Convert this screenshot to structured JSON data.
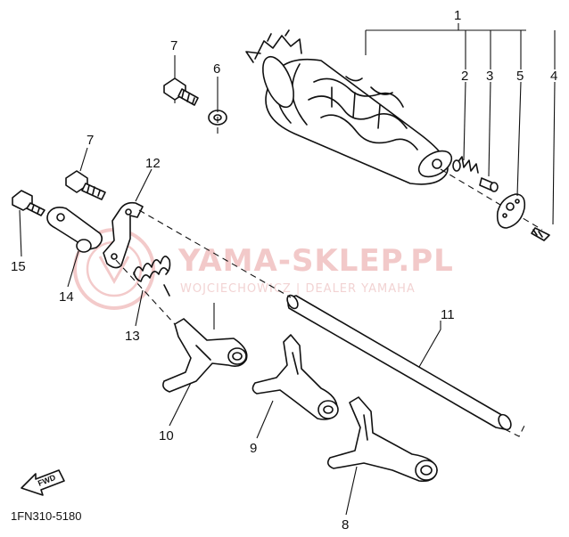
{
  "diagram": {
    "part_code": "1FN310-5180",
    "fwd_label": "FWD",
    "watermark": {
      "main": "YAMA-SKLEP.PL",
      "sub": "WOJCIECHOWICZ | DEALER YAMAHA"
    },
    "callouts": {
      "c1": "1",
      "c2": "2",
      "c3": "3",
      "c4": "4",
      "c5": "5",
      "c6": "6",
      "c7a": "7",
      "c7b": "7",
      "c8": "8",
      "c9": "9",
      "c10": "10",
      "c11": "11",
      "c12": "12",
      "c13": "13",
      "c14": "14",
      "c15": "15"
    }
  }
}
